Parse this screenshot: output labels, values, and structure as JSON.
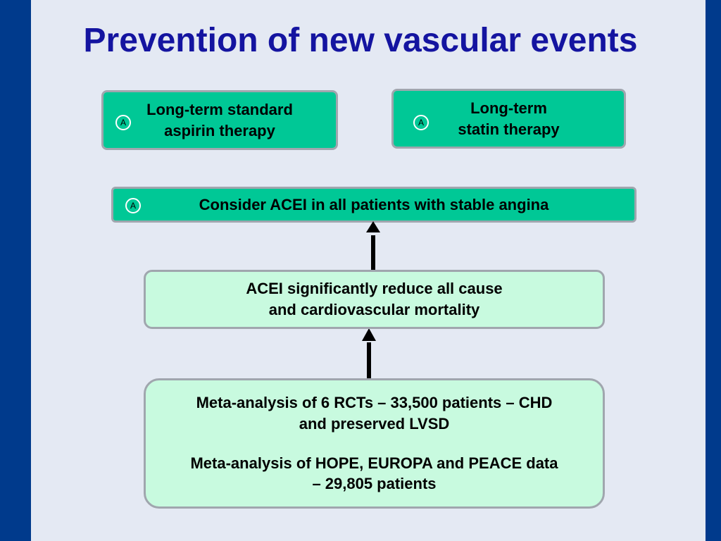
{
  "title": "Prevention of new vascular events",
  "colors": {
    "title": "#1414a0",
    "sidebar": "#003a8c",
    "recommendation_box": "#00c896",
    "evidence_box": "#c8fadf",
    "background": "#e4e9f3"
  },
  "recommendations": {
    "aspirin": {
      "grade": "A",
      "lines": [
        "Long-term standard",
        "aspirin therapy"
      ]
    },
    "statin": {
      "grade": "A",
      "lines": [
        "Long-term",
        "statin therapy"
      ]
    },
    "acei": {
      "grade": "A",
      "text": "Consider ACEI in all patients with stable angina"
    }
  },
  "evidence": {
    "conclusion": {
      "lines": [
        "ACEI significantly reduce all cause",
        "and cardiovascular mortality"
      ]
    },
    "studies": {
      "first": [
        "Meta-analysis of 6 RCTs – 33,500 patients – CHD",
        "and preserved LVSD"
      ],
      "second": [
        "Meta-analysis of HOPE, EUROPA and PEACE data",
        "– 29,805 patients"
      ]
    }
  }
}
